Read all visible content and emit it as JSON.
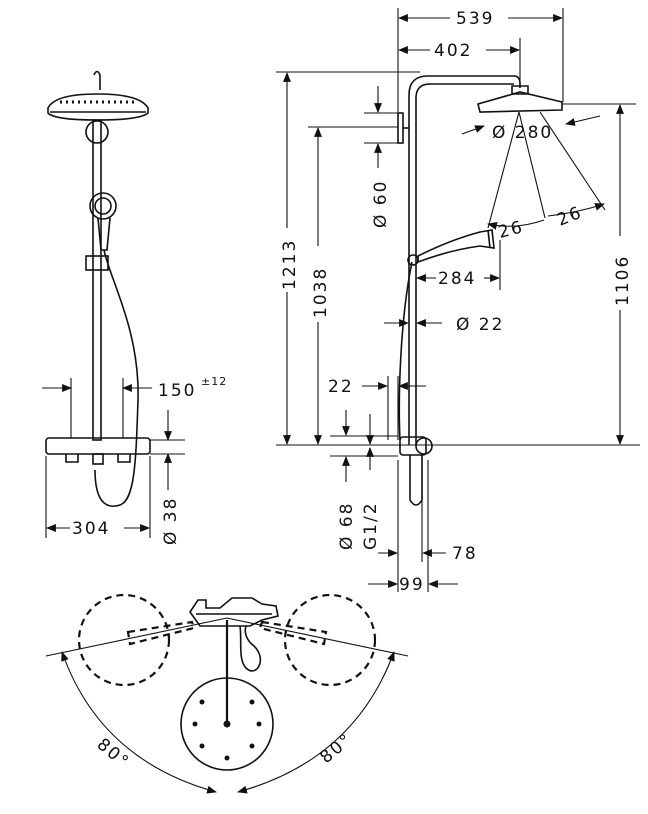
{
  "dimensions": {
    "d539": "539",
    "d402": "402",
    "d280": "Ø 280",
    "d60": "Ø 60",
    "d26a": "26",
    "d26b": "26",
    "d284": "284",
    "d1213": "1213",
    "d1038": "1038",
    "d1106": "1106",
    "d22_dia": "Ø 22",
    "d22": "22",
    "d68": "Ø 68",
    "dG12": "G1/2",
    "d78": "78",
    "d99": "99",
    "d150": "150",
    "d150_tol": "±12",
    "d304": "304",
    "d38": "Ø 38",
    "angle_left": "80°",
    "angle_right": "80°"
  }
}
